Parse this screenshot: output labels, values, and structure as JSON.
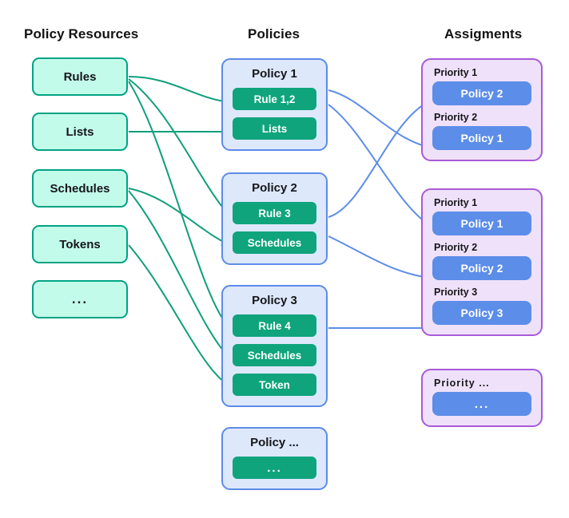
{
  "diagram": {
    "title": "Policy Resources, Policies and Assigments relationship diagram",
    "columns": {
      "resources_heading": "Policy Resources",
      "policies_heading": "Policies",
      "assignments_heading": "Assigments"
    },
    "colors": {
      "resource_fill": "#C3FBEA",
      "resource_border": "#00A383",
      "policy_fill": "#DEE8FB",
      "policy_border": "#5C8BE8",
      "policy_chip": "#0FA47C",
      "assignment_fill": "#EFE1F9",
      "assignment_border": "#A85AD8",
      "assignment_chip": "#5C8DE9",
      "green_connector": "#0E9F7B",
      "blue_connector": "#5C8DE9",
      "page_background": "#FFFFFF",
      "text": "#15161A"
    }
  },
  "resources": [
    {
      "label": "Rules"
    },
    {
      "label": "Lists"
    },
    {
      "label": "Schedules"
    },
    {
      "label": "Tokens"
    },
    {
      "label": "..."
    }
  ],
  "policies": [
    {
      "title": "Policy 1",
      "items": [
        {
          "label": "Rule 1,2"
        },
        {
          "label": "Lists"
        }
      ]
    },
    {
      "title": "Policy 2",
      "items": [
        {
          "label": "Rule 3"
        },
        {
          "label": "Schedules"
        }
      ]
    },
    {
      "title": "Policy 3",
      "items": [
        {
          "label": "Rule 4"
        },
        {
          "label": "Schedules"
        },
        {
          "label": "Token"
        }
      ]
    },
    {
      "title": "Policy ...",
      "items": [
        {
          "label": "..."
        }
      ]
    }
  ],
  "assignments": [
    {
      "entries": [
        {
          "priority": "Priority 1",
          "policy": "Policy 2"
        },
        {
          "priority": "Priority 2",
          "policy": "Policy 1"
        }
      ]
    },
    {
      "entries": [
        {
          "priority": "Priority 1",
          "policy": "Policy 1"
        },
        {
          "priority": "Priority 2",
          "policy": "Policy 2"
        },
        {
          "priority": "Priority 3",
          "policy": "Policy 3"
        }
      ]
    },
    {
      "entries": [
        {
          "priority": "Priority ...",
          "policy": "..."
        }
      ]
    }
  ],
  "connections": {
    "resource_to_policy": [
      {
        "from": "Rules",
        "to": "Rule 1,2"
      },
      {
        "from": "Rules",
        "to": "Rule 3"
      },
      {
        "from": "Rules",
        "to": "Rule 4"
      },
      {
        "from": "Lists",
        "to": "Lists"
      },
      {
        "from": "Schedules",
        "to": "Schedules (Policy 2)"
      },
      {
        "from": "Schedules",
        "to": "Schedules (Policy 3)"
      },
      {
        "from": "Tokens",
        "to": "Token"
      }
    ],
    "policy_to_assignment": [
      {
        "from": "Policy 1",
        "to": "Assigment group 1 / Priority 2"
      },
      {
        "from": "Policy 1",
        "to": "Assigment group 2 / Priority 1"
      },
      {
        "from": "Policy 2",
        "to": "Assigment group 1 / Priority 1"
      },
      {
        "from": "Policy 2",
        "to": "Assigment group 2 / Priority 2"
      },
      {
        "from": "Policy 3",
        "to": "Assigment group 2 / Priority 3"
      }
    ]
  }
}
